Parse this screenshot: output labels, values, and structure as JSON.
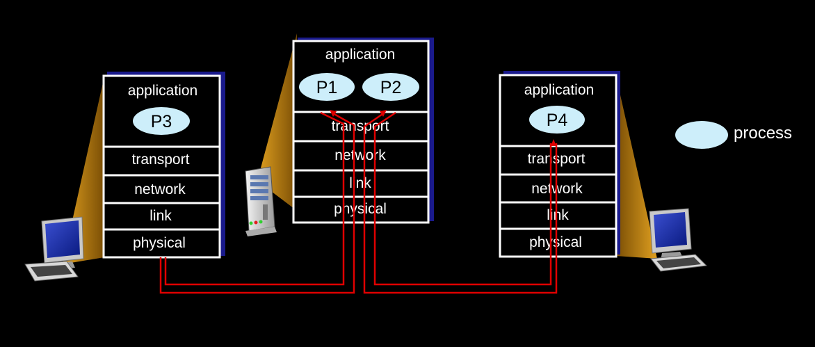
{
  "left_host": {
    "layers": [
      "application",
      "transport",
      "network",
      "link",
      "physical"
    ],
    "processes": [
      "P3"
    ]
  },
  "server": {
    "layers": [
      "application",
      "transport",
      "network",
      "link",
      "physical"
    ],
    "processes": [
      "P1",
      "P2"
    ]
  },
  "right_host": {
    "layers": [
      "application",
      "transport",
      "network",
      "link",
      "physical"
    ],
    "processes": [
      "P4"
    ]
  },
  "legend": {
    "label": "process"
  },
  "colors": {
    "stack_border": "#ffffff",
    "stack_shadow": "#1a1a8c",
    "process_fill": "#cdeefa",
    "wire": "#e00000",
    "wedge": "#c8860a"
  },
  "icons": [
    "desktop-computer-icon",
    "server-icon",
    "desktop-computer-icon"
  ]
}
